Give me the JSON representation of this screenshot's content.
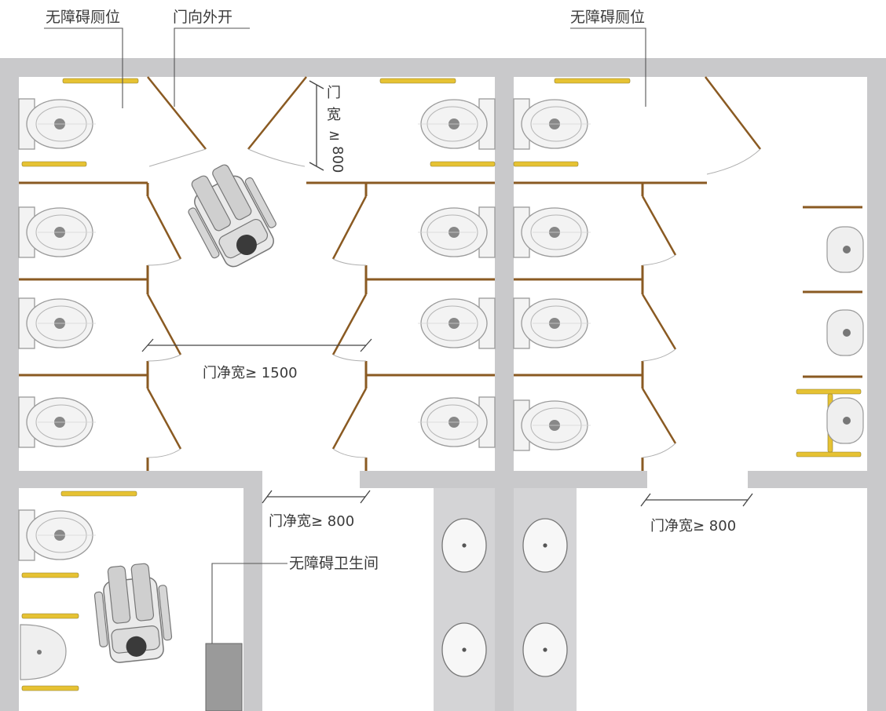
{
  "labels": {
    "accessible_stall_left": "无障碍厕位",
    "door_opens_outward": "门向外开",
    "accessible_stall_right": "无障碍厕位",
    "accessible_restroom": "无障碍卫生间"
  },
  "dimensions": {
    "door_width_chars": [
      "门",
      "宽",
      "≥",
      "800"
    ],
    "clear_width_1500": "门净宽≥ 1500",
    "clear_width_800_left": "门净宽≥ 800",
    "clear_width_800_right": "门净宽≥ 800"
  },
  "colors": {
    "wall": "#c9c9cb",
    "partition": "#8a5a22",
    "grab_bar": "#e6c233",
    "fixture_fill": "#f3f3f3",
    "fixture_stroke": "#9a9a9a",
    "vanity": "#d4d4d6",
    "leader": "#555555"
  }
}
